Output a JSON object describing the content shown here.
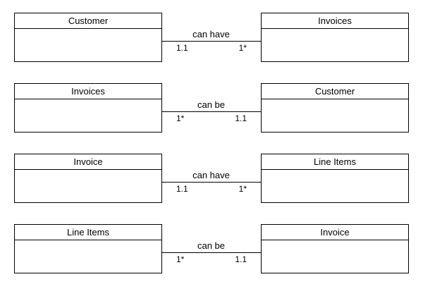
{
  "relationships": [
    {
      "left_entity": "Customer",
      "label": "can have",
      "right_entity": "Invoices",
      "left_mult": "1.1",
      "right_mult": "1*"
    },
    {
      "left_entity": "Invoices",
      "label": "can be",
      "right_entity": "Customer",
      "left_mult": "1*",
      "right_mult": "1.1"
    },
    {
      "left_entity": "Invoice",
      "label": "can have",
      "right_entity": "Line Items",
      "left_mult": "1.1",
      "right_mult": "1*"
    },
    {
      "left_entity": "Line Items",
      "label": "can be",
      "right_entity": "Invoice",
      "left_mult": "1*",
      "right_mult": "1.1"
    }
  ]
}
